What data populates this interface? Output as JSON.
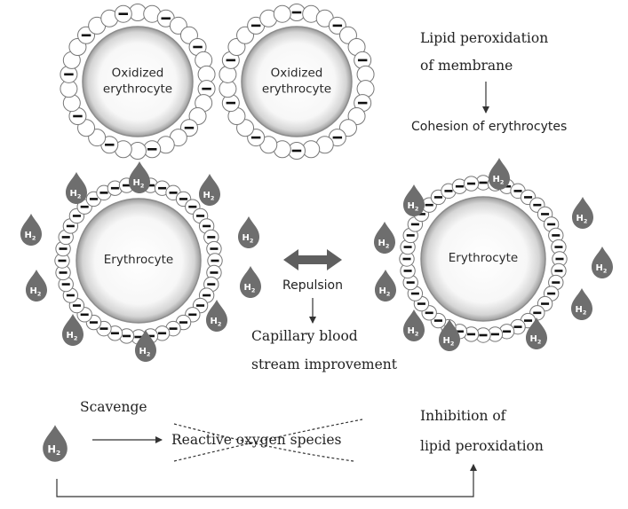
{
  "cells": {
    "oxidized_1": "Oxidized\nerythrocyte",
    "oxidized_2": "Oxidized\nerythrocyte",
    "healthy_1": "Erythrocyte",
    "healthy_2": "Erythrocyte"
  },
  "droplet_label": "H2",
  "charge_symbol": "−",
  "text": {
    "lipid_line1": "Lipid peroxidation",
    "lipid_line2": "of membrane",
    "cohesion": "Cohesion of erythrocytes",
    "repulsion": "Repulsion",
    "capillary_line1": "Capillary blood",
    "capillary_line2": "stream improvement",
    "scavenge": "Scavenge",
    "ros": "Reactive oxygen species",
    "inhibition_line1": "Inhibition of",
    "inhibition_line2": "lipid peroxidation"
  },
  "colors": {
    "droplet": "#6e6e6e",
    "cell_edge": "#8c8c8c",
    "arrow": "#555555",
    "double_arrow": "#5f5f5f"
  }
}
